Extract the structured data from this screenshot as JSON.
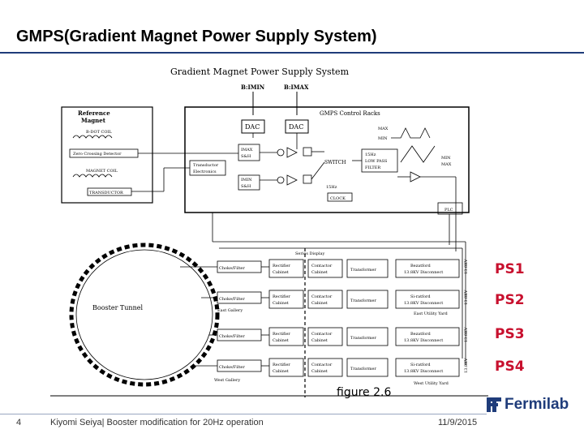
{
  "slide": {
    "title": "GMPS(Gradient Magnet Power Supply System)",
    "page_number": "4",
    "footer": "Kiyomi Seiya| Booster modification for 20Hz operation",
    "date": "11/9/2015",
    "logo_text": "Fermilab",
    "figure_caption": "figure 2.6"
  },
  "ps_labels": [
    "PS1",
    "PS2",
    "PS3",
    "PS4"
  ],
  "diagram": {
    "title": "Gradient  Magnet Power Supply System",
    "inputs": [
      "B:IMIN",
      "B:IMAX"
    ],
    "control_racks": "GMPS Control Racks",
    "reference_magnet": [
      "Reference",
      "Magnet"
    ],
    "bdot_coil": "B-DOT COIL",
    "zero_crossing": "Zero Crossing Detector",
    "magnet_coil": "MAGNET COIL",
    "transductor": "TRANSDUCTOR",
    "transductor_electronics": [
      "Transductor",
      "Electronics"
    ],
    "dac": "DAC",
    "imax_sh": [
      "IMAX",
      "S&H"
    ],
    "imin_sh": [
      "IMIN",
      "S&H"
    ],
    "switch": "SWITCH",
    "filter": [
      "15Hz",
      "LOW PASS",
      "FILTER"
    ],
    "max": "MAX",
    "min": "MIN",
    "min_max": [
      "MIN",
      "MAX"
    ],
    "freq": "15Hz",
    "clock": "CLOCK",
    "plc": "PLC",
    "series_display": "Series Display",
    "booster_tunnel": "Booster Tunnel",
    "east_gallery": "East Gallery",
    "west_gallery": "West Gallery",
    "east_utility": "East Utility Yard",
    "west_utility": "West Utility Yard",
    "rows": [
      {
        "choke": "Choke/Filter",
        "rectifier": [
          "Rectifier",
          "Cabinet"
        ],
        "contactor": [
          "Contactor",
          "Cabinet"
        ],
        "transformer": "Transformer",
        "disconnect": [
          "Bezatford",
          "13.8KV Disconnect"
        ],
        "kv": "13.8KV"
      },
      {
        "choke": "Choke/Filter",
        "rectifier": [
          "Rectifier",
          "Cabinet"
        ],
        "contactor": [
          "Contactor",
          "Cabinet"
        ],
        "transformer": "Transformer",
        "disconnect": [
          "Si-ratford",
          "13.8KV Disconnect"
        ],
        "kv": "13.8KV"
      },
      {
        "choke": "Choke/Filter",
        "rectifier": [
          "Rectifier",
          "Cabinet"
        ],
        "contactor": [
          "Contactor",
          "Cabinet"
        ],
        "transformer": "Transformer",
        "disconnect": [
          "Bezatford",
          "13.8KV Disconnect"
        ],
        "kv": "13.8KV"
      },
      {
        "choke": "Choke/Filter",
        "rectifier": [
          "Rectifier",
          "Cabinet"
        ],
        "contactor": [
          "Contactor",
          "Cabinet"
        ],
        "transformer": "Transformer",
        "disconnect": [
          "Si-ratford",
          "13.8KV Disconnect"
        ],
        "kv": "13.8KV"
      }
    ]
  }
}
